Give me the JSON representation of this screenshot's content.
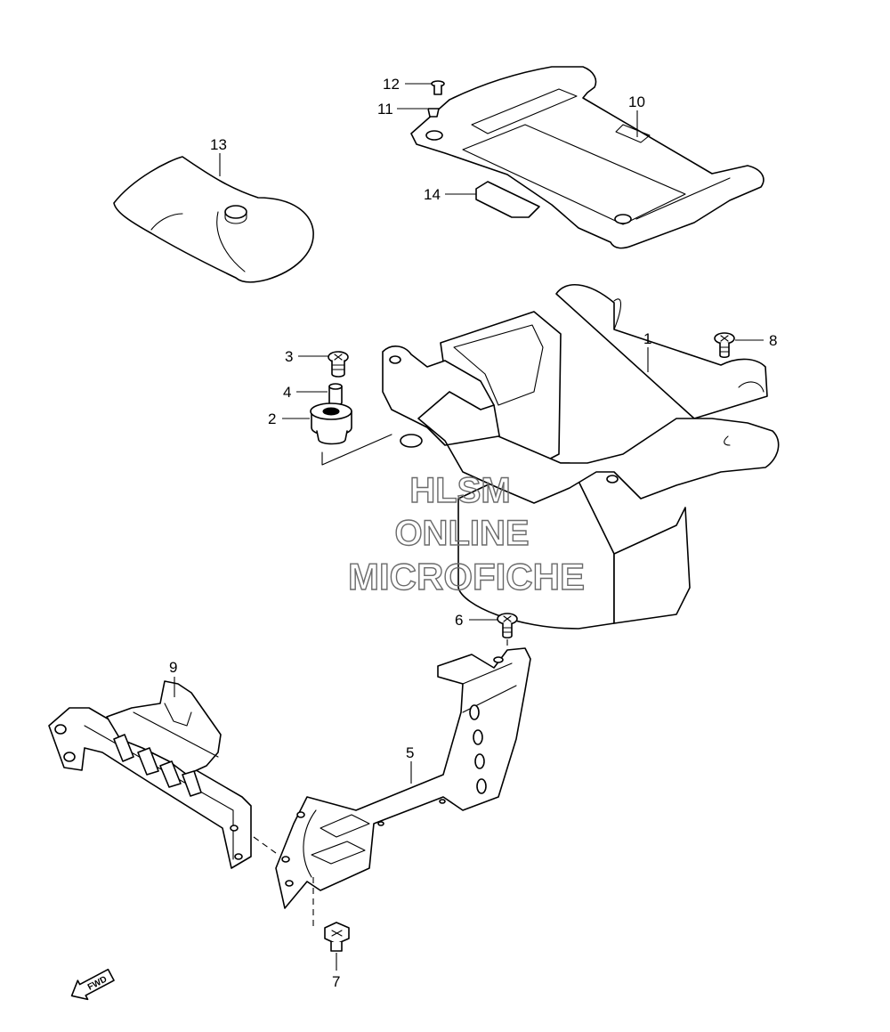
{
  "callouts": [
    {
      "id": "1",
      "label": "1"
    },
    {
      "id": "2",
      "label": "2"
    },
    {
      "id": "3",
      "label": "3"
    },
    {
      "id": "4",
      "label": "4"
    },
    {
      "id": "5",
      "label": "5"
    },
    {
      "id": "6",
      "label": "6"
    },
    {
      "id": "7",
      "label": "7"
    },
    {
      "id": "8",
      "label": "8"
    },
    {
      "id": "9",
      "label": "9"
    },
    {
      "id": "10",
      "label": "10"
    },
    {
      "id": "11",
      "label": "11"
    },
    {
      "id": "12",
      "label": "12"
    },
    {
      "id": "13",
      "label": "13"
    },
    {
      "id": "14",
      "label": "14"
    }
  ],
  "watermark": {
    "line1": "HLSM",
    "line2": "ONLINE",
    "line3": "MICROFICHE"
  },
  "direction_arrow": {
    "label": "FWD",
    "icon": "fwd-arrow-icon"
  }
}
